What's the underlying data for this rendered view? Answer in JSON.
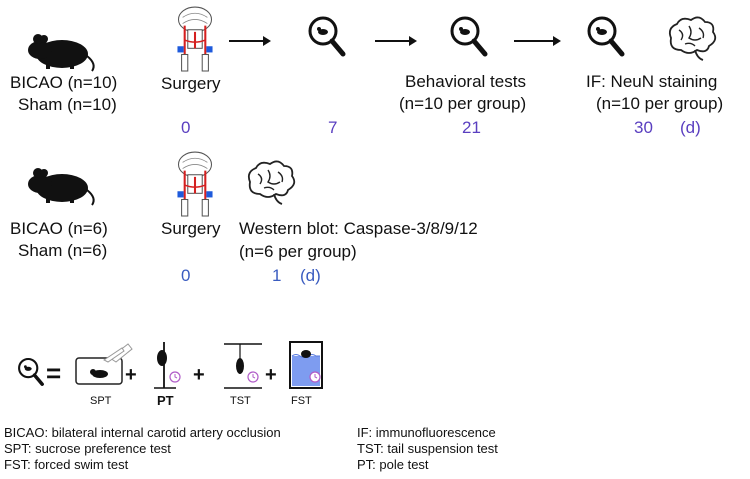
{
  "row1": {
    "group_lines": [
      "BICAO (n=10)",
      "Sham (n=10)"
    ],
    "surgery": "Surgery",
    "behavior": "Behavioral tests",
    "behavior_n": "(n=10 per group)",
    "if_label": "IF: NeuN staining",
    "if_n": "(n=10 per group)",
    "days": [
      "0",
      "7",
      "21",
      "30"
    ],
    "unit": "(d)"
  },
  "row2": {
    "group_lines": [
      "BICAO (n=6)",
      "Sham (n=6)"
    ],
    "surgery": "Surgery",
    "wb_label": "Western blot:  Caspase-3/8/9/12",
    "wb_n": "(n=6 per group)",
    "days": [
      "0",
      "1"
    ],
    "unit": "(d)"
  },
  "tests": {
    "equals": "=",
    "plus": "+",
    "labels": [
      "SPT",
      "PT",
      "TST",
      "FST"
    ]
  },
  "legend": {
    "left": [
      "BICAO: bilateral internal carotid artery occlusion",
      "SPT: sucrose preference test",
      "FST: forced swim test"
    ],
    "right": [
      "IF: immunofluorescence",
      "TST: tail suspension test",
      "PT: pole test"
    ]
  },
  "colors": {
    "day_purple": "#5a3fc0",
    "day_blue": "#3a5cc0",
    "water": "#7e9cf0",
    "clock": "#b05cc8",
    "artery": "#d42020"
  }
}
